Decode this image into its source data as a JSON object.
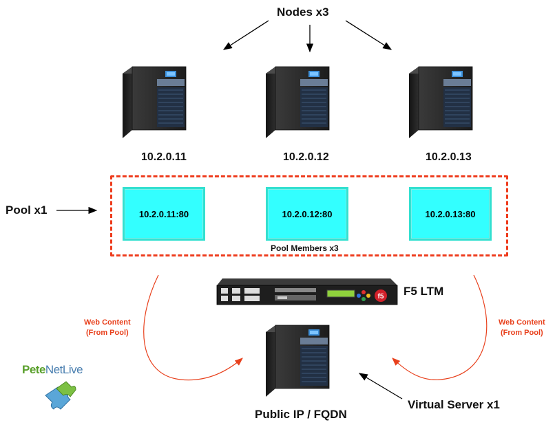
{
  "title": "Nodes x3",
  "nodes": [
    {
      "ip": "10.2.0.11"
    },
    {
      "ip": "10.2.0.12"
    },
    {
      "ip": "10.2.0.13"
    }
  ],
  "pool": {
    "label": "Pool x1",
    "members_label": "Pool Members x3",
    "members": [
      "10.2.0.11:80",
      "10.2.0.12:80",
      "10.2.0.13:80"
    ]
  },
  "ltm": {
    "label": "F5 LTM"
  },
  "web_content": {
    "line1": "Web Content",
    "line2": "(From Pool)"
  },
  "virtual_server": {
    "label": "Virtual Server x1",
    "address_label": "Public IP / FQDN"
  },
  "logo": {
    "part1": "Pete",
    "part2": "NetLive"
  },
  "colors": {
    "member_fill": "#33ffff",
    "pool_border": "#ee3b1c",
    "flow_arrow": "#e8401c",
    "server_body": "#2a2a2a"
  }
}
